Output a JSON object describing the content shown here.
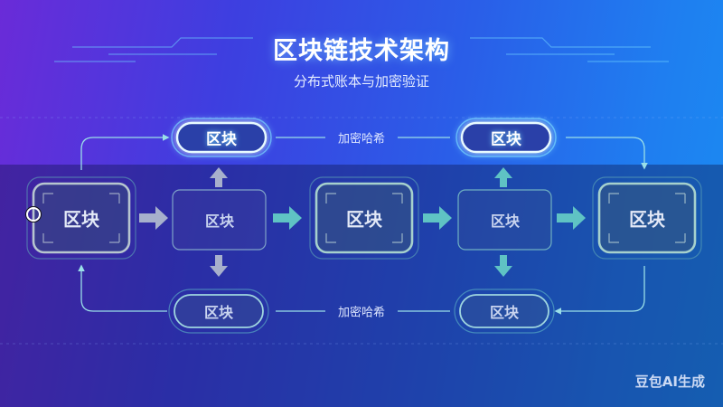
{
  "title": "区块链技术架构",
  "subtitle": "分布式账本与加密验证",
  "node_label": "区块",
  "hash_label": "加密哈希",
  "watermark": "豆包AI生成",
  "colors": {
    "accent_glow": "#7fe4ff",
    "arrow_teal": "#5fc3c4",
    "link_line": "#9adfe8"
  },
  "nodes": [
    {
      "id": "top-1",
      "label": "区块",
      "style": "highlight"
    },
    {
      "id": "top-2",
      "label": "区块",
      "style": "highlight"
    },
    {
      "id": "main-1",
      "label": "区块",
      "style": "main"
    },
    {
      "id": "mid-1",
      "label": "区块",
      "style": "plain"
    },
    {
      "id": "main-2",
      "label": "区块",
      "style": "main"
    },
    {
      "id": "mid-2",
      "label": "区块",
      "style": "plain"
    },
    {
      "id": "main-3",
      "label": "区块",
      "style": "main"
    },
    {
      "id": "bottom-1",
      "label": "区块",
      "style": "dim"
    },
    {
      "id": "bottom-2",
      "label": "区块",
      "style": "dim"
    }
  ],
  "hash_links": [
    {
      "id": "hash-top",
      "label": "加密哈希"
    },
    {
      "id": "hash-bottom",
      "label": "加密哈希"
    }
  ],
  "icons": [
    "arrow-right-icon",
    "arrow-up-icon",
    "arrow-down-icon",
    "cursor-ring-icon"
  ]
}
